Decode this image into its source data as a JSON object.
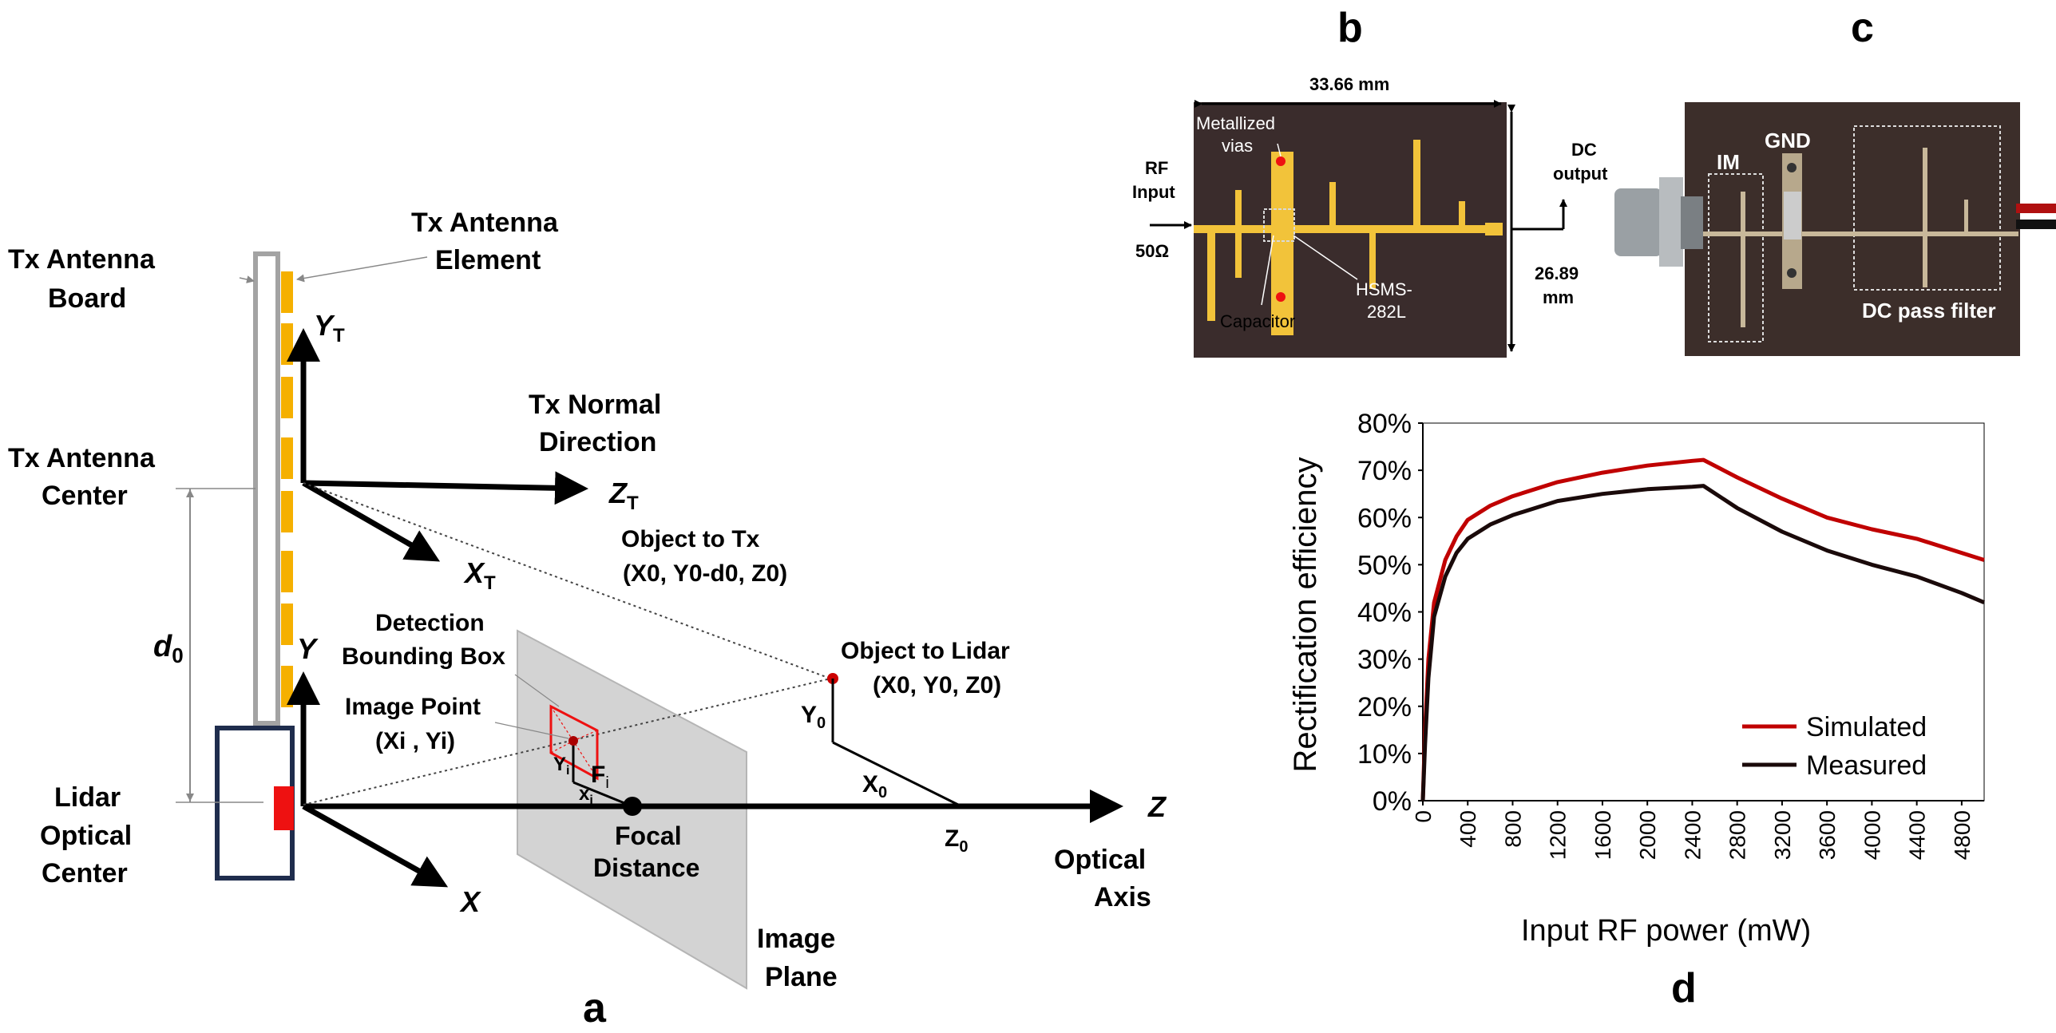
{
  "panel_a": {
    "letter": "a",
    "tx_board": [
      "Tx Antenna",
      "Board"
    ],
    "tx_element": [
      "Tx Antenna",
      "Element"
    ],
    "tx_center": [
      "Tx Antenna",
      "Center"
    ],
    "lidar_center": [
      "Lidar",
      "Optical",
      "Center"
    ],
    "tx_normal": [
      "Tx Normal",
      "Direction"
    ],
    "axis_yt": "Y",
    "axis_yt_sub": "T",
    "axis_zt": "Z",
    "axis_zt_sub": "T",
    "axis_xt": "X",
    "axis_xt_sub": "T",
    "axis_y": "Y",
    "axis_x": "X",
    "axis_z": "Z",
    "d0": "d",
    "d0_sub": "0",
    "object_tx": [
      "Object to Tx",
      "(X0, Y0-d0, Z0)"
    ],
    "object_lidar": [
      "Object to Lidar",
      "(X0, Y0, Z0)"
    ],
    "detection_box": [
      "Detection",
      "Bounding Box"
    ],
    "image_point": [
      "Image Point",
      "(Xi , Yi)"
    ],
    "fi": "F",
    "fi_sub": "i",
    "yi": "Y",
    "yi_sub": "i",
    "xi": "x",
    "xi_sub": "i",
    "y0": "Y",
    "y0_sub": "0",
    "x0": "X",
    "x0_sub": "0",
    "z0": "Z",
    "z0_sub": "0",
    "focal": [
      "Focal",
      "Distance"
    ],
    "optical_axis": [
      "Optical",
      "Axis"
    ],
    "image_plane": [
      "Image",
      "Plane"
    ]
  },
  "panel_b": {
    "letter": "b",
    "width_dim": "33.66 mm",
    "height_dim": [
      "26.89",
      "mm"
    ],
    "rf_input": [
      "RF",
      "Input"
    ],
    "impedance": "50Ω",
    "dc_output": [
      "DC",
      "output"
    ],
    "vias": [
      "Metallized",
      "vias"
    ],
    "capacitor": "Capacitor",
    "diode": [
      "HSMS-",
      "282L"
    ]
  },
  "panel_c": {
    "letter": "c",
    "im": "IM",
    "gnd": "GND",
    "dc_filter": "DC pass filter"
  },
  "panel_d": {
    "letter": "d",
    "colors": {
      "simulated": "#c00000",
      "measured": "#1a0a0a"
    }
  },
  "chart_data": {
    "type": "line",
    "xlabel": "Input RF power (mW)",
    "ylabel": "Rectification efficiency",
    "xlim": [
      0,
      4800
    ],
    "ylim": [
      0,
      80
    ],
    "x_ticks": [
      "0",
      "400",
      "800",
      "1200",
      "1600",
      "2000",
      "2400",
      "2800",
      "3200",
      "3600",
      "4000",
      "4400",
      "4800"
    ],
    "y_ticks": [
      "0%",
      "10%",
      "20%",
      "30%",
      "40%",
      "50%",
      "60%",
      "70%",
      "80%"
    ],
    "grid": false,
    "legend": "bottom-right",
    "series": [
      {
        "name": "Simulated",
        "x": [
          0,
          20,
          50,
          100,
          200,
          300,
          400,
          600,
          800,
          1200,
          1600,
          2000,
          2400,
          2500,
          2800,
          3200,
          3600,
          4000,
          4400,
          4800,
          5000
        ],
        "values": [
          0,
          15,
          30,
          42,
          51,
          56,
          59.5,
          62.5,
          64.5,
          67.5,
          69.5,
          71,
          72,
          72.2,
          68.5,
          64,
          60,
          57.5,
          55.5,
          52.5,
          51
        ]
      },
      {
        "name": "Measured",
        "x": [
          0,
          20,
          50,
          100,
          200,
          300,
          400,
          600,
          800,
          1200,
          1600,
          2000,
          2400,
          2500,
          2800,
          3200,
          3600,
          4000,
          4400,
          4800,
          5000
        ],
        "values": [
          0,
          12,
          26,
          39,
          47.5,
          52.5,
          55.5,
          58.5,
          60.5,
          63.5,
          65,
          66,
          66.5,
          66.7,
          62,
          57,
          53,
          50,
          47.5,
          44,
          42
        ]
      }
    ]
  }
}
